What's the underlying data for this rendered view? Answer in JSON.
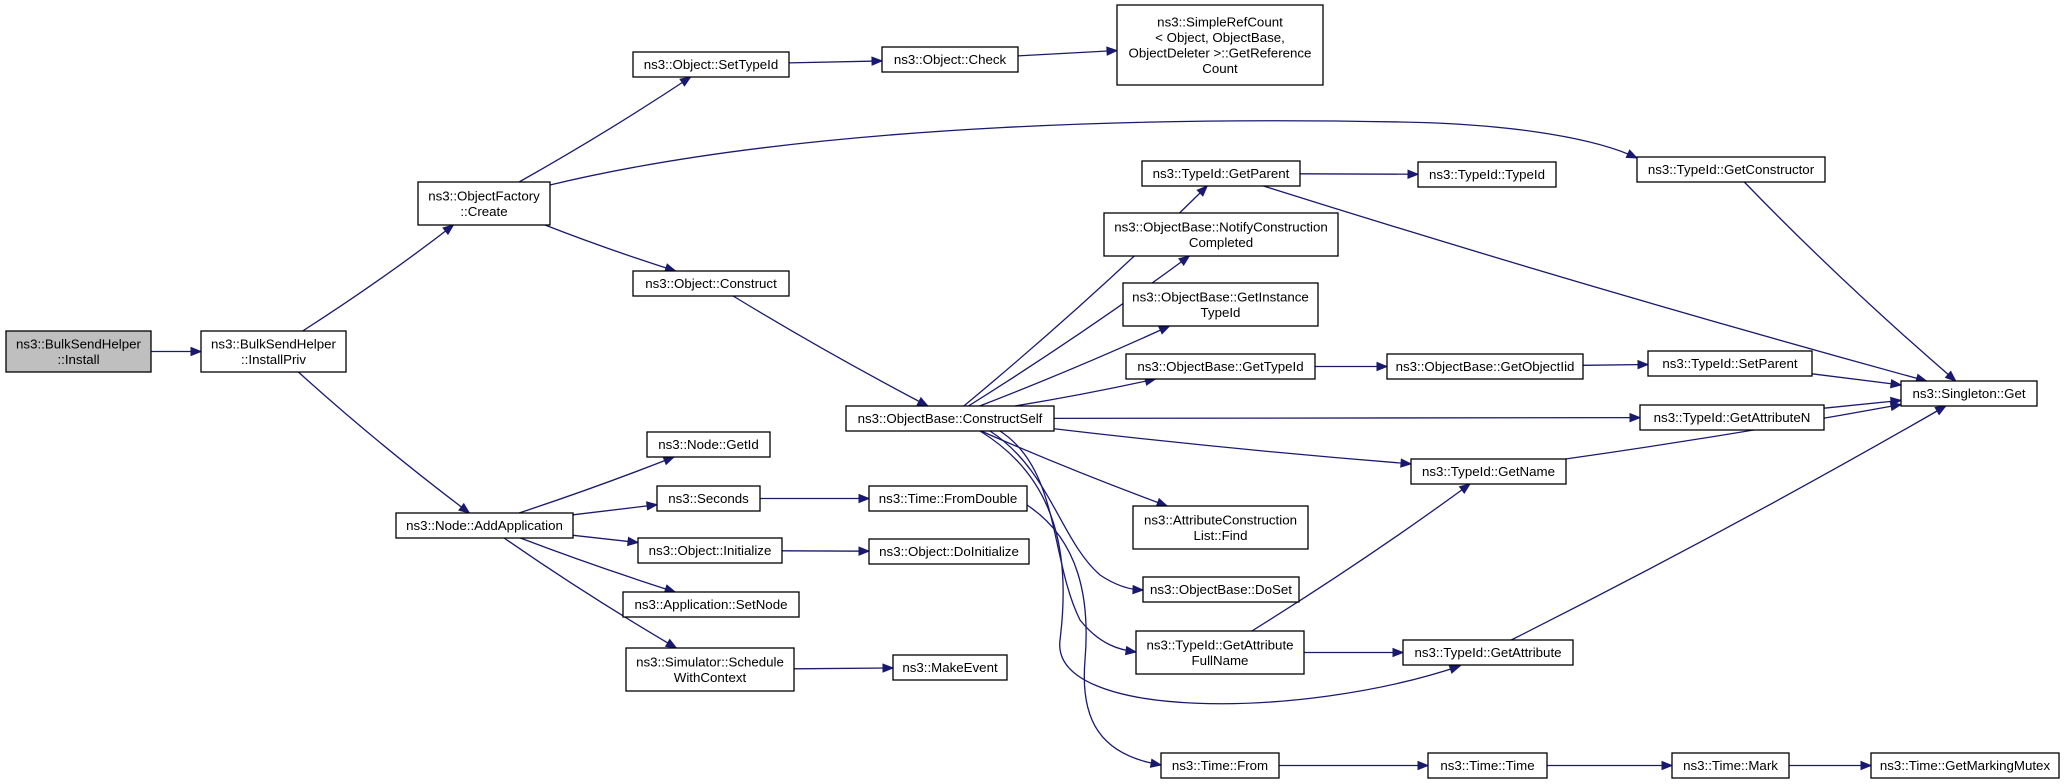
{
  "diagram": {
    "nodes": [
      {
        "id": "bulksend_install",
        "lines": [
          "ns3::BulkSendHelper",
          "::Install"
        ],
        "root": true
      },
      {
        "id": "bulksend_installpriv",
        "lines": [
          "ns3::BulkSendHelper",
          "::InstallPriv"
        ]
      },
      {
        "id": "objectfactory_create",
        "lines": [
          "ns3::ObjectFactory",
          "::Create"
        ]
      },
      {
        "id": "object_settypeid",
        "lines": [
          "ns3::Object::SetTypeId"
        ]
      },
      {
        "id": "object_check",
        "lines": [
          "ns3::Object::Check"
        ]
      },
      {
        "id": "simplerefcount",
        "lines": [
          "ns3::SimpleRefCount",
          "< Object, ObjectBase,",
          "ObjectDeleter >::GetReference",
          "Count"
        ]
      },
      {
        "id": "typeid_getconstructor",
        "lines": [
          "ns3::TypeId::GetConstructor"
        ]
      },
      {
        "id": "object_construct",
        "lines": [
          "ns3::Object::Construct"
        ]
      },
      {
        "id": "typeid_getparent",
        "lines": [
          "ns3::TypeId::GetParent"
        ]
      },
      {
        "id": "typeid_typeid",
        "lines": [
          "ns3::TypeId::TypeId"
        ]
      },
      {
        "id": "objectbase_notify",
        "lines": [
          "ns3::ObjectBase::NotifyConstruction",
          "Completed"
        ]
      },
      {
        "id": "objectbase_getinstance",
        "lines": [
          "ns3::ObjectBase::GetInstance",
          "TypeId"
        ]
      },
      {
        "id": "objectbase_gettypeid",
        "lines": [
          "ns3::ObjectBase::GetTypeId"
        ]
      },
      {
        "id": "objectbase_getobjectiid",
        "lines": [
          "ns3::ObjectBase::GetObjectIid"
        ]
      },
      {
        "id": "typeid_setparent",
        "lines": [
          "ns3::TypeId::SetParent"
        ]
      },
      {
        "id": "singleton_get",
        "lines": [
          "ns3::Singleton::Get"
        ]
      },
      {
        "id": "objectbase_constructself",
        "lines": [
          "ns3::ObjectBase::ConstructSelf"
        ]
      },
      {
        "id": "typeid_getattributen",
        "lines": [
          "ns3::TypeId::GetAttributeN"
        ]
      },
      {
        "id": "typeid_getname",
        "lines": [
          "ns3::TypeId::GetName"
        ]
      },
      {
        "id": "attributeconstruction_find",
        "lines": [
          "ns3::AttributeConstruction",
          "List::Find"
        ]
      },
      {
        "id": "objectbase_doset",
        "lines": [
          "ns3::ObjectBase::DoSet"
        ]
      },
      {
        "id": "typeid_getattributefullname",
        "lines": [
          "ns3::TypeId::GetAttribute",
          "FullName"
        ]
      },
      {
        "id": "typeid_getattribute",
        "lines": [
          "ns3::TypeId::GetAttribute"
        ]
      },
      {
        "id": "node_getid",
        "lines": [
          "ns3::Node::GetId"
        ]
      },
      {
        "id": "seconds",
        "lines": [
          "ns3::Seconds"
        ]
      },
      {
        "id": "time_fromdouble",
        "lines": [
          "ns3::Time::FromDouble"
        ]
      },
      {
        "id": "node_addapplication",
        "lines": [
          "ns3::Node::AddApplication"
        ]
      },
      {
        "id": "object_initialize",
        "lines": [
          "ns3::Object::Initialize"
        ]
      },
      {
        "id": "object_doinitialize",
        "lines": [
          "ns3::Object::DoInitialize"
        ]
      },
      {
        "id": "application_setnode",
        "lines": [
          "ns3::Application::SetNode"
        ]
      },
      {
        "id": "simulator_schedulewithcontext",
        "lines": [
          "ns3::Simulator::Schedule",
          "WithContext"
        ]
      },
      {
        "id": "makeevent",
        "lines": [
          "ns3::MakeEvent"
        ]
      },
      {
        "id": "time_from",
        "lines": [
          "ns3::Time::From"
        ]
      },
      {
        "id": "time_time",
        "lines": [
          "ns3::Time::Time"
        ]
      },
      {
        "id": "time_mark",
        "lines": [
          "ns3::Time::Mark"
        ]
      },
      {
        "id": "time_getmarkingmutex",
        "lines": [
          "ns3::Time::GetMarkingMutex"
        ]
      }
    ],
    "edges": [
      [
        "bulksend_install",
        "bulksend_installpriv"
      ],
      [
        "bulksend_installpriv",
        "objectfactory_create"
      ],
      [
        "bulksend_installpriv",
        "node_addapplication"
      ],
      [
        "objectfactory_create",
        "object_settypeid"
      ],
      [
        "objectfactory_create",
        "typeid_getconstructor"
      ],
      [
        "objectfactory_create",
        "object_construct"
      ],
      [
        "object_settypeid",
        "object_check"
      ],
      [
        "object_check",
        "simplerefcount"
      ],
      [
        "typeid_getconstructor",
        "singleton_get"
      ],
      [
        "object_construct",
        "objectbase_constructself"
      ],
      [
        "typeid_getparent",
        "typeid_typeid"
      ],
      [
        "typeid_getparent",
        "singleton_get"
      ],
      [
        "objectbase_gettypeid",
        "objectbase_getobjectiid"
      ],
      [
        "objectbase_getobjectiid",
        "typeid_setparent"
      ],
      [
        "typeid_setparent",
        "singleton_get"
      ],
      [
        "typeid_getattributen",
        "singleton_get"
      ],
      [
        "typeid_getname",
        "singleton_get"
      ],
      [
        "typeid_getattribute",
        "singleton_get"
      ],
      [
        "typeid_getattributefullname",
        "typeid_getname"
      ],
      [
        "typeid_getattributefullname",
        "typeid_getattribute"
      ],
      [
        "objectbase_constructself",
        "typeid_getparent"
      ],
      [
        "objectbase_constructself",
        "objectbase_notify"
      ],
      [
        "objectbase_constructself",
        "objectbase_getinstance"
      ],
      [
        "objectbase_constructself",
        "objectbase_gettypeid"
      ],
      [
        "objectbase_constructself",
        "typeid_getattributen"
      ],
      [
        "objectbase_constructself",
        "typeid_getname"
      ],
      [
        "objectbase_constructself",
        "attributeconstruction_find"
      ],
      [
        "objectbase_constructself",
        "objectbase_doset"
      ],
      [
        "objectbase_constructself",
        "typeid_getattributefullname"
      ],
      [
        "objectbase_constructself",
        "typeid_getattribute"
      ],
      [
        "node_addapplication",
        "node_getid"
      ],
      [
        "node_addapplication",
        "seconds"
      ],
      [
        "node_addapplication",
        "object_initialize"
      ],
      [
        "node_addapplication",
        "application_setnode"
      ],
      [
        "node_addapplication",
        "simulator_schedulewithcontext"
      ],
      [
        "seconds",
        "time_fromdouble"
      ],
      [
        "object_initialize",
        "object_doinitialize"
      ],
      [
        "simulator_schedulewithcontext",
        "makeevent"
      ],
      [
        "time_fromdouble",
        "time_from"
      ],
      [
        "time_from",
        "time_time"
      ],
      [
        "time_time",
        "time_mark"
      ],
      [
        "time_mark",
        "time_getmarkingmutex"
      ]
    ]
  }
}
